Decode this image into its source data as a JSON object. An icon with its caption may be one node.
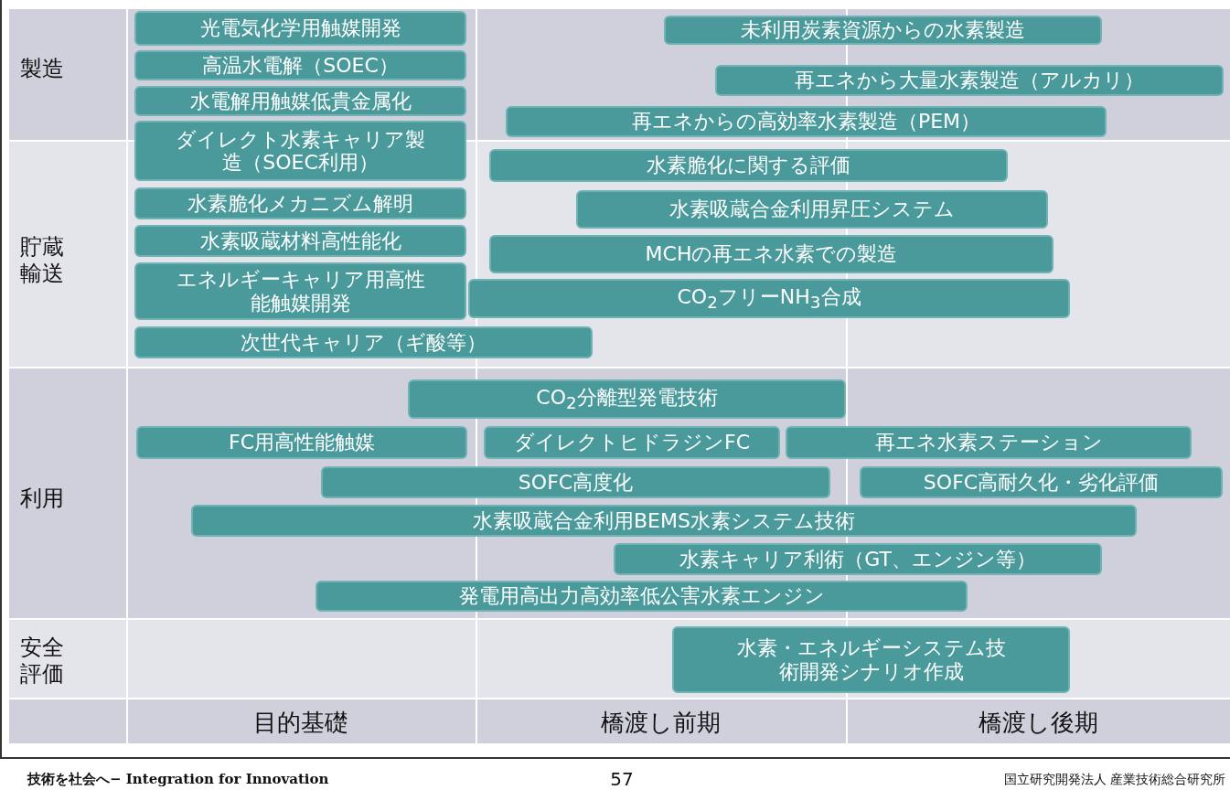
{
  "diagram": {
    "nodes": [
      {
        "text": [
          "光電気化学用触媒開発"
        ]
      },
      {
        "text": [
          "未利用炭素資源からの水素製造"
        ]
      },
      {
        "text": [
          "高温水電解（SOEC）"
        ]
      },
      {
        "text": [
          "再エネから大量水素製造（アルカリ）"
        ]
      },
      {
        "text": [
          "水電解用触媒低貴金属化"
        ]
      },
      {
        "text": [
          "再エネからの高効率水素製造（PEM）"
        ]
      },
      {
        "text": [
          "ダイレクト水素キャリア製造（SOEC利用）"
        ]
      },
      {
        "text": [
          "水素脆化に関する評価"
        ]
      },
      {
        "text": [
          "水素脆化メカニズム解明"
        ]
      },
      {
        "text": [
          "水素吸蔵合金利用昇圧システム"
        ]
      },
      {
        "text": [
          "水素吸蔵材料高性能化"
        ]
      },
      {
        "text": [
          "MCHの再エネ水素での製造"
        ]
      },
      {
        "text": [
          "エネルギーキャリア用高性能触媒開発"
        ]
      },
      {
        "text": [
          "CO$_{2}$フリーNH$_{3}$合成"
        ]
      },
      {
        "text": [
          "次世代キャリア（ギ酸等）"
        ]
      },
      {
        "text": [
          "CO$_{2}$分離型発電技術"
        ]
      },
      {
        "text": [
          "FC用高性能触媒"
        ]
      },
      {
        "text": [
          "ダイレクトヒドラジンFC"
        ]
      },
      {
        "text": [
          "再エネ水素ステーション"
        ]
      },
      {
        "text": [
          "SOFC高度化"
        ]
      },
      {
        "text": [
          "SOFC高耐久化・劣化評価"
        ]
      },
      {
        "text": [
          "水素吸蔵合金利用BEMS水素システム技術"
        ]
      },
      {
        "text": [
          "水素キャリア利術（GT、エンジン等）"
        ]
      },
      {
        "text": [
          "発電用高出力高効率低公害水素エンジン"
        ]
      },
      {
        "text": [
          "水素・エネルギーシステム技術開発シナリオ作成"
        ]
      }
    ],
    "edges": [],
    "labels": [
      "製造",
      "貯蔵輸送",
      "利用",
      "安全評価",
      "目的基礎",
      "橋渡し前期",
      "橋渡し後期",
      "技術を社会へ− Integration for Innovation",
      "57",
      "国立研究開発法人 産業技術総合研究所"
    ]
  }
}
